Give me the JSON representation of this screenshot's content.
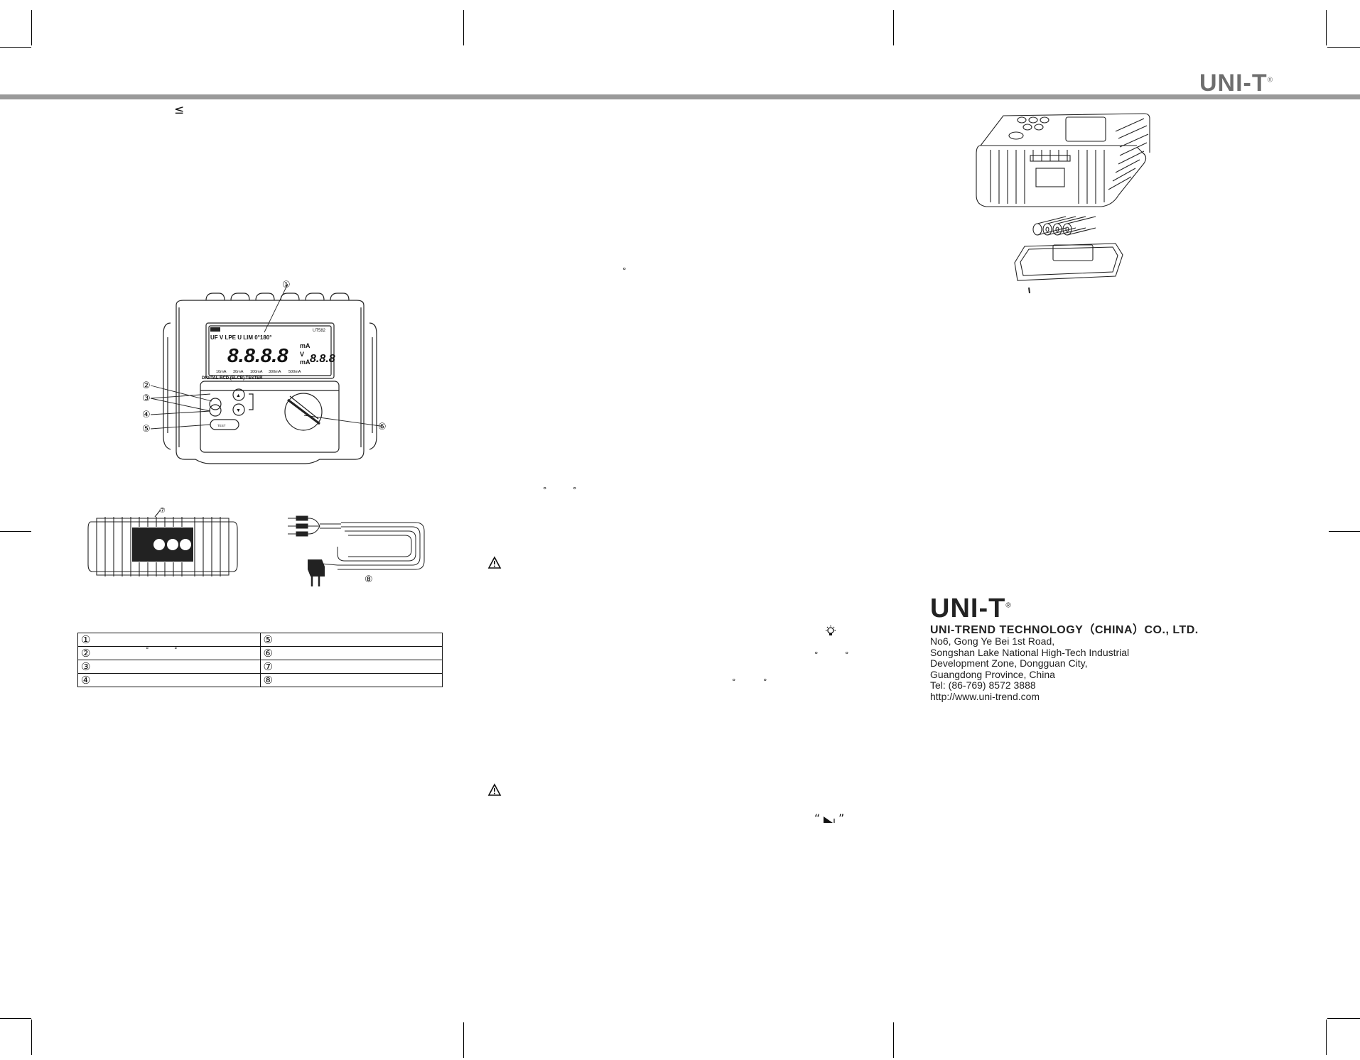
{
  "brand": {
    "logo_text": "UNI-T",
    "registered_mark": "®"
  },
  "company": {
    "name": "UNI-TREND TECHNOLOGY（CHINA）CO., LTD.",
    "address_lines": [
      "No6, Gong Ye Bei 1st Road,",
      "Songshan Lake National High-Tech Industrial",
      "Development Zone, Dongguan City,",
      "Guangdong Province, China",
      "Tel:  (86-769) 8572 3888",
      "http://www.uni-trend.com"
    ]
  },
  "stray_glyphs": {
    "less_equal": "≤",
    "quote_open": "“",
    "quote_close": "”"
  },
  "front_diagram": {
    "callouts": [
      "①",
      "②",
      "③",
      "④",
      "⑤",
      "⑥"
    ],
    "model_label": "UT582",
    "panel_title": "DIGITAL RCD (ELCB) TESTER",
    "lcd_top_row": "UF V LPE   U LIM  0°180°",
    "lcd_main_digits": "8.8.8.8",
    "lcd_sub_digits": "8.8.8",
    "lcd_units": [
      "mA",
      "V",
      "mA"
    ],
    "lcd_ranges": [
      "10mA",
      "30mA",
      "100mA",
      "300mA",
      "500mA"
    ],
    "test_button": "TEST"
  },
  "side_diagram": {
    "callout": "⑦",
    "cable_callout": "⑧"
  },
  "parts_table": {
    "rows": [
      [
        "①",
        "⑤"
      ],
      [
        "②",
        "⑥"
      ],
      [
        "③",
        "⑦"
      ],
      [
        "④",
        "⑧"
      ]
    ]
  },
  "icons": {
    "warning": "warning-triangle-icon",
    "backlight": "backlight-bulb-icon",
    "battery": "battery-icon"
  }
}
